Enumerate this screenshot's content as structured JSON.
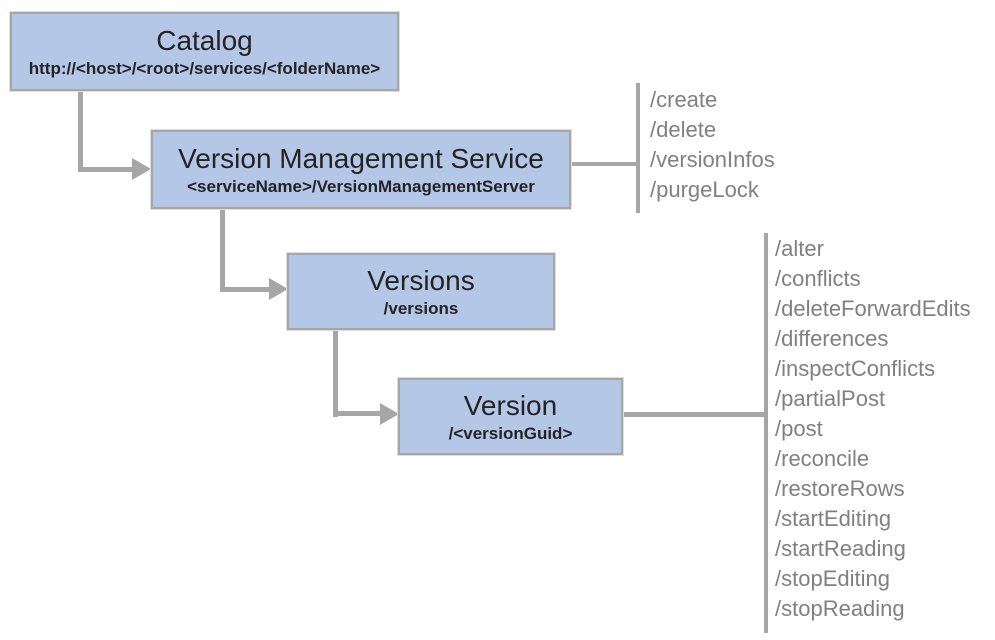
{
  "colors": {
    "node_fill": "#b4c7e7",
    "node_border": "#a6a6a6",
    "connector": "#a6a6a6",
    "heading_text": "#232323",
    "operation_text": "#808080",
    "background": "#ffffff"
  },
  "nodes": {
    "catalog": {
      "title": "Catalog",
      "subtitle": "http://<host>/<root>/services/<folderName>"
    },
    "version_management_service": {
      "title": "Version Management Service",
      "subtitle": "<serviceName>/VersionManagementServer"
    },
    "versions": {
      "title": "Versions",
      "subtitle": "/versions"
    },
    "version": {
      "title": "Version",
      "subtitle": "/<versionGuid>"
    }
  },
  "operations": {
    "version_management_service": {
      "items": [
        "/create",
        "/delete",
        "/versionInfos",
        "/purgeLock"
      ]
    },
    "version": {
      "items": [
        "/alter",
        "/conflicts",
        "/deleteForwardEdits",
        "/differences",
        "/inspectConflicts",
        "/partialPost",
        "/post",
        "/reconcile",
        "/restoreRows",
        "/startEditing",
        "/startReading",
        "/stopEditing",
        "/stopReading"
      ]
    }
  }
}
